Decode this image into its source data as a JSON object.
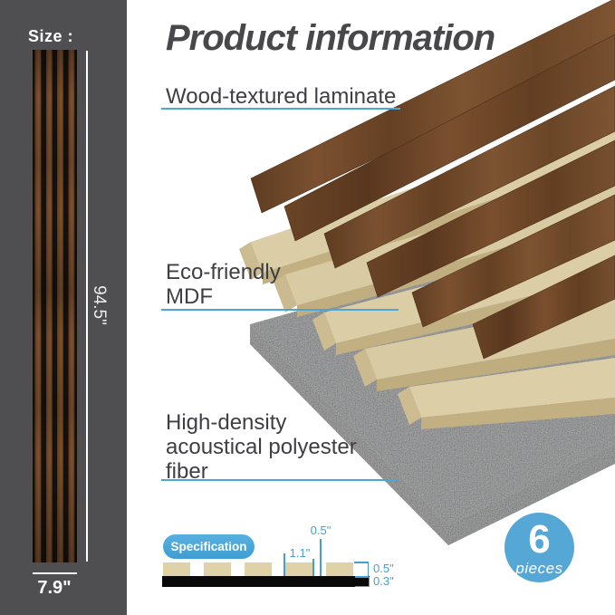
{
  "header": {
    "title": "Product information"
  },
  "sidebar": {
    "size_label": "Size :",
    "panel_height": "94.5\"",
    "panel_width": "7.9\""
  },
  "callouts": {
    "laminate": {
      "line1": "Wood-textured laminate"
    },
    "mdf": {
      "line1": "Eco-friendly",
      "line2": "MDF"
    },
    "fiber": {
      "line1": "High-density",
      "line2": "acoustical polyester",
      "line3": "fiber"
    }
  },
  "specification": {
    "label": "Specification",
    "slat_gap": "0.5\"",
    "slat_width": "1.1\"",
    "slat_thickness": "0.5\"",
    "base_thickness": "0.3\""
  },
  "quantity_badge": {
    "value": "6",
    "unit": "pieces"
  },
  "layers": [
    "Wood-textured laminate",
    "Eco-friendly MDF",
    "High-density acoustical polyester fiber"
  ],
  "colors": {
    "accent_blue": "#4aa6d4",
    "wood_brown": "#6e4a2c",
    "mdf_tan": "#d9cba3",
    "felt_charcoal": "#34373b",
    "sidebar_gray": "#4f4f51"
  }
}
